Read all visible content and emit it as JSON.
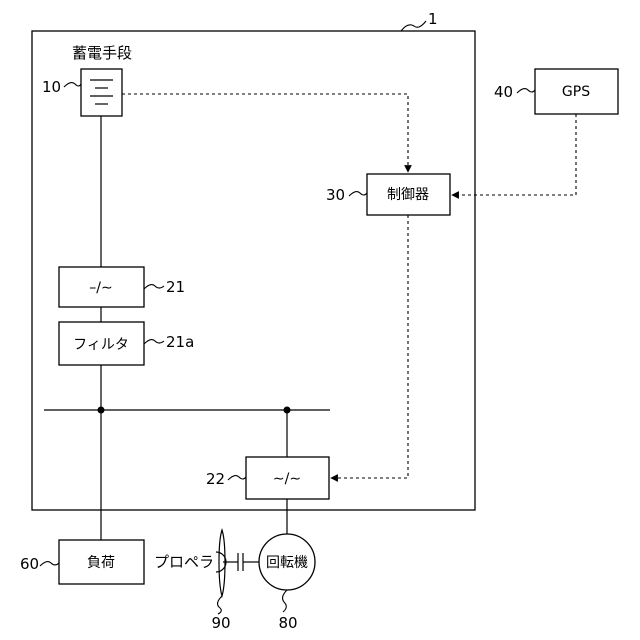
{
  "system": {
    "ref": "1"
  },
  "storage": {
    "title": "蓄電手段",
    "ref": "10"
  },
  "inverter": {
    "label": "–/∼",
    "ref": "21"
  },
  "filter": {
    "label": "フィルタ",
    "ref": "21a"
  },
  "converter": {
    "label": "∼/∼",
    "ref": "22"
  },
  "controller": {
    "label": "制御器",
    "ref": "30"
  },
  "gps": {
    "label": "GPS",
    "ref": "40"
  },
  "load": {
    "label": "負荷",
    "ref": "60"
  },
  "machine": {
    "label": "回転機",
    "ref": "80"
  },
  "propeller": {
    "label": "プロペラ",
    "ref": "90"
  }
}
